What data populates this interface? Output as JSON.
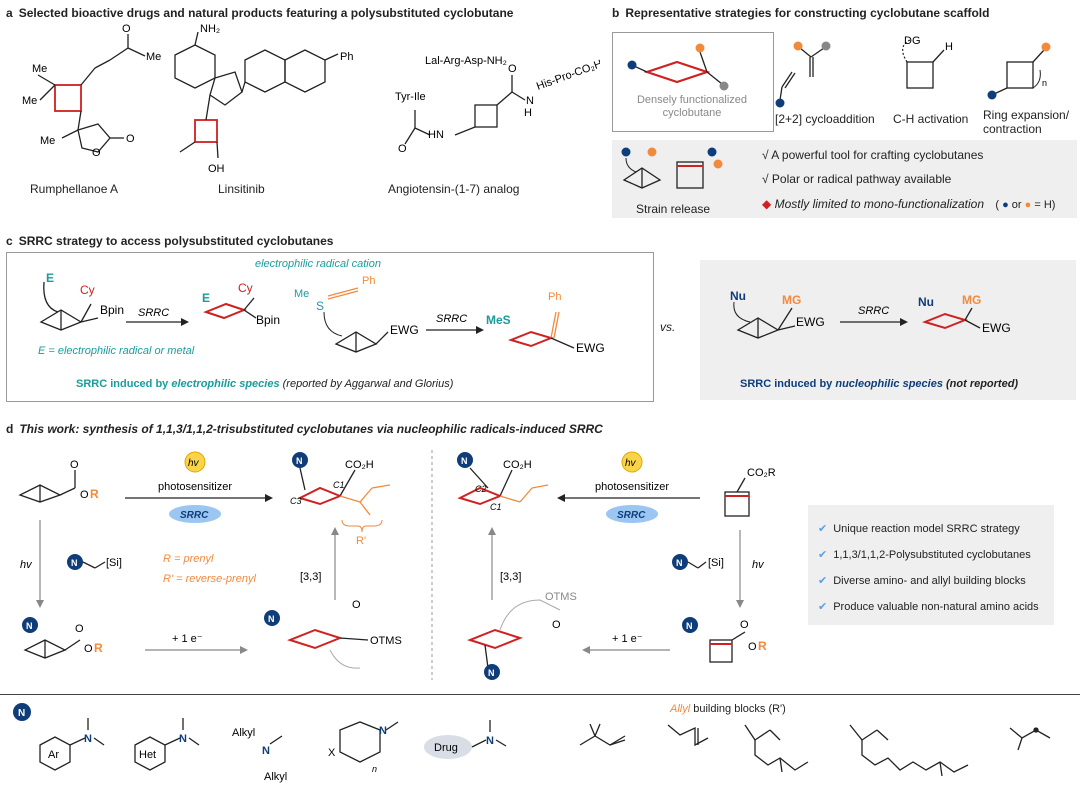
{
  "panel_a": {
    "letter": "a",
    "title": "Selected bioactive drugs and natural products featuring a polysubstituted cyclobutane",
    "compounds": [
      "Rumphellanoe A",
      "Linsitinib",
      "Angiotensin-(1-7) analog"
    ],
    "labels": {
      "me1": "Me",
      "me2": "Me",
      "me3": "Me",
      "nh2": "NH₂",
      "ph": "Ph",
      "oh": "OH",
      "lal": "Lal-Arg-Asp-NH₂",
      "tyr": "Tyr-Ile",
      "hn": "HN",
      "n": "N",
      "h": "H",
      "hispro": "His-Pro-CO₂H",
      "o": "O"
    }
  },
  "panel_b": {
    "letter": "b",
    "title": "Representative strategies for constructing cyclobutane scaffold",
    "dense_label": "Densely functionalized cyclobutane",
    "strategies": [
      "[2+2] cycloaddition",
      "C-H activation",
      "Ring expansion/ contraction"
    ],
    "dg": "DG",
    "h": "H",
    "n_sub": "n",
    "strain_label": "Strain release",
    "points": [
      "√ A powerful tool for crafting cyclobutanes",
      "√ Polar or radical pathway available"
    ],
    "limit_note": "Mostly limited to mono-functionalization",
    "limit_legend": "( ● or ● = H)"
  },
  "panel_c": {
    "letter": "c",
    "title": "SRRC strategy to access polysubstituted cyclobutanes",
    "radical_cation": "electrophilic radical cation",
    "e_def": "E = electrophilic radical or metal",
    "electrophilic_caption_1": "SRRC induced by ",
    "electrophilic_caption_2": "electrophilic species",
    "electrophilic_caption_3": " (reported by Aggarwal and Glorius)",
    "vs": "vs.",
    "nucleophilic_caption_1": "SRRC induced by ",
    "nucleophilic_caption_2": "nucleophilic species",
    "nucleophilic_caption_3": " (not reported)",
    "srrc": "SRRC",
    "e": "E",
    "cy": "Cy",
    "bpin": "Bpin",
    "me": "Me",
    "s": "S",
    "ph": "Ph",
    "ewg": "EWG",
    "mes": "MeS",
    "nu": "Nu",
    "mg": "MG"
  },
  "panel_d": {
    "letter": "d",
    "title": "This work: synthesis of 1,1,3/1,1,2-trisubstituted cyclobutanes via nucleophilic radicals-induced SRRC",
    "hv": "hv",
    "photosensitizer": "photosensitizer",
    "srrc": "SRRC",
    "r_def": "R = prenyl",
    "rp_def": "R' = reverse-prenyl",
    "si": "[Si]",
    "plus_e": "+ 1 e⁻",
    "sigmatropic": "[3,3]",
    "co2h": "CO₂H",
    "co2r": "CO₂R",
    "otms": "OTMS",
    "o": "O",
    "r": "R",
    "rprime": "R'",
    "c1": "C1",
    "c2": "C2",
    "c3": "C3",
    "n": "N",
    "features": [
      "Unique reaction model SRRC strategy",
      "1,1,3/1,1,2-Polysubstituted cyclobutanes",
      "Diverse amino- and allyl building blocks",
      "Produce valuable non-natural amino acids"
    ]
  },
  "bottom": {
    "allyl_title_1": "Allyl",
    "allyl_title_2": " building blocks (R')",
    "amine_labels": [
      "Ar",
      "Het",
      "Alkyl",
      "Alkyl",
      "X",
      "n",
      "Drug"
    ],
    "n": "N"
  },
  "colors": {
    "red": "#d02020",
    "orange": "#f28a3c",
    "navy": "#0f3d7a",
    "teal": "#1a9c9c",
    "gray": "#888888",
    "panelbg": "#efefef"
  }
}
